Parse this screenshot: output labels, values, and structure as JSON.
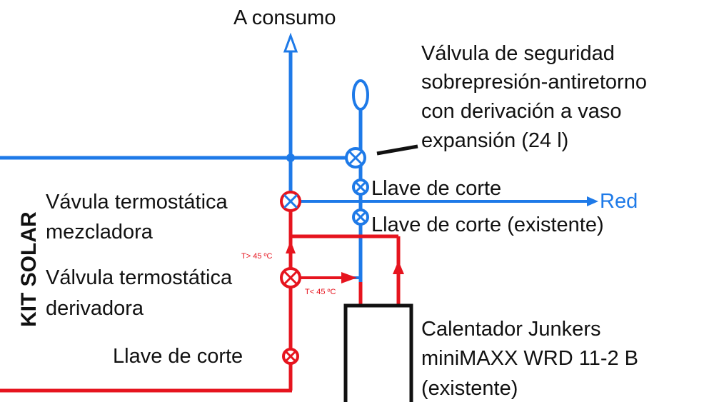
{
  "colors": {
    "cold": "#1e7ae8",
    "hot": "#e6141e",
    "outline": "#111111"
  },
  "labels": {
    "a_consumo": "A consumo",
    "security_valve": [
      "Válvula de seguridad",
      "sobrepresión-antiretorno",
      "con derivación a vaso",
      "expansión (24 l)"
    ],
    "llave_corte": "Llave de corte",
    "red": "Red",
    "llave_corte_existente": "Llave de corte (existente)",
    "mixing_valve": [
      "Vávula termostática",
      "mezcladora"
    ],
    "diverter_valve": [
      "Válvula termostática",
      "derivadora"
    ],
    "llave_corte_bottom": "Llave de corte",
    "heater": [
      "Calentador Junkers",
      "miniMAXX WRD 11-2 B",
      "(existente)"
    ],
    "temp_high": "T> 45 ºC",
    "temp_low": "T< 45 ºC",
    "kit_solar": "KIT SOLAR"
  }
}
